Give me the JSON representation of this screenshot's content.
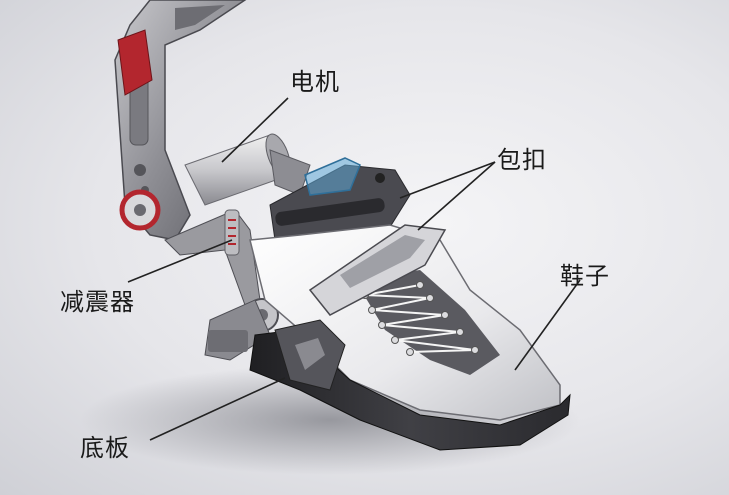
{
  "labels": {
    "motor": "电机",
    "buckle": "包扣",
    "shoe": "鞋子",
    "damper": "减震器",
    "sole": "底板"
  },
  "colors": {
    "frame": "#9a9a9f",
    "frame_dark": "#5a5a60",
    "accent_red": "#b3262e",
    "shoe_white": "#f2f2f2",
    "sole_dark": "#2d2d30",
    "strap_blue": "#5fa8d6"
  }
}
